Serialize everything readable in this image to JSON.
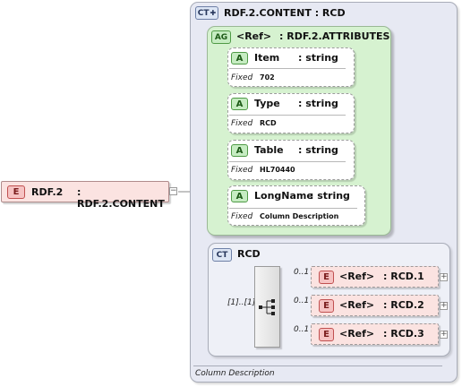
{
  "root_element": {
    "badge": "E",
    "name": "RDF.2",
    "type": ": RDF.2.CONTENT"
  },
  "complex_type": {
    "badge": "CT",
    "title": "RDF.2.CONTENT : RCD",
    "attribute_group": {
      "badge": "AG",
      "ref": "<Ref>",
      "type": ": RDF.2.ATTRIBUTES",
      "attributes": [
        {
          "badge": "A",
          "name": "Item",
          "type": ": string",
          "fixed_label": "Fixed",
          "fixed_value": "702"
        },
        {
          "badge": "A",
          "name": "Type",
          "type": ": string",
          "fixed_label": "Fixed",
          "fixed_value": "RCD"
        },
        {
          "badge": "A",
          "name": "Table",
          "type": ": string",
          "fixed_label": "Fixed",
          "fixed_value": "HL70440"
        },
        {
          "badge": "A",
          "name": "LongName",
          "type": ": string",
          "fixed_label": "Fixed",
          "fixed_value": "Column Description"
        }
      ]
    },
    "base_type": {
      "badge": "CT",
      "name": "RCD",
      "sequence_multiplicity": "[1]..[1]",
      "elements": [
        {
          "badge": "E",
          "ref": "<Ref>",
          "type": ": RCD.1",
          "multiplicity": "0..1"
        },
        {
          "badge": "E",
          "ref": "<Ref>",
          "type": ": RCD.2",
          "multiplicity": "0..1"
        },
        {
          "badge": "E",
          "ref": "<Ref>",
          "type": ": RCD.3",
          "multiplicity": "0..1"
        }
      ]
    },
    "annotation": "Column Description"
  },
  "colors": {
    "ct_panel": "#e7e9f3",
    "ag_panel": "#d6f2d0",
    "element_fill": "#fbe3e1",
    "connector": "#8a8a8a"
  }
}
